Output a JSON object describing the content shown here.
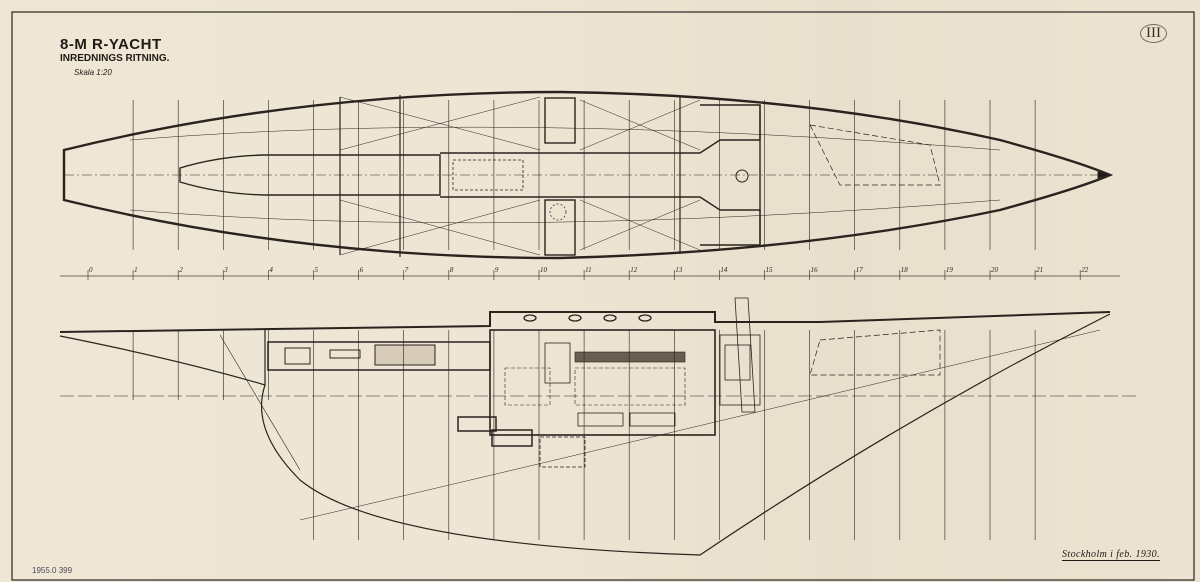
{
  "title": {
    "line1": "8-M R-YACHT",
    "line2": "INREDNINGS RITNING.",
    "scale": "Skala 1:20"
  },
  "sheet_number": "III",
  "date_note": "Stockholm i feb. 1930.",
  "archive_stamp": "1955.0 399",
  "stations": [
    "0",
    "1",
    "2",
    "3",
    "4",
    "5",
    "6",
    "7",
    "8",
    "9",
    "10",
    "11",
    "12",
    "13",
    "14",
    "15",
    "16",
    "17",
    "18",
    "19",
    "20",
    "21",
    "22"
  ],
  "colors": {
    "paper": "#ede4d3",
    "ink": "#1e1a15"
  }
}
